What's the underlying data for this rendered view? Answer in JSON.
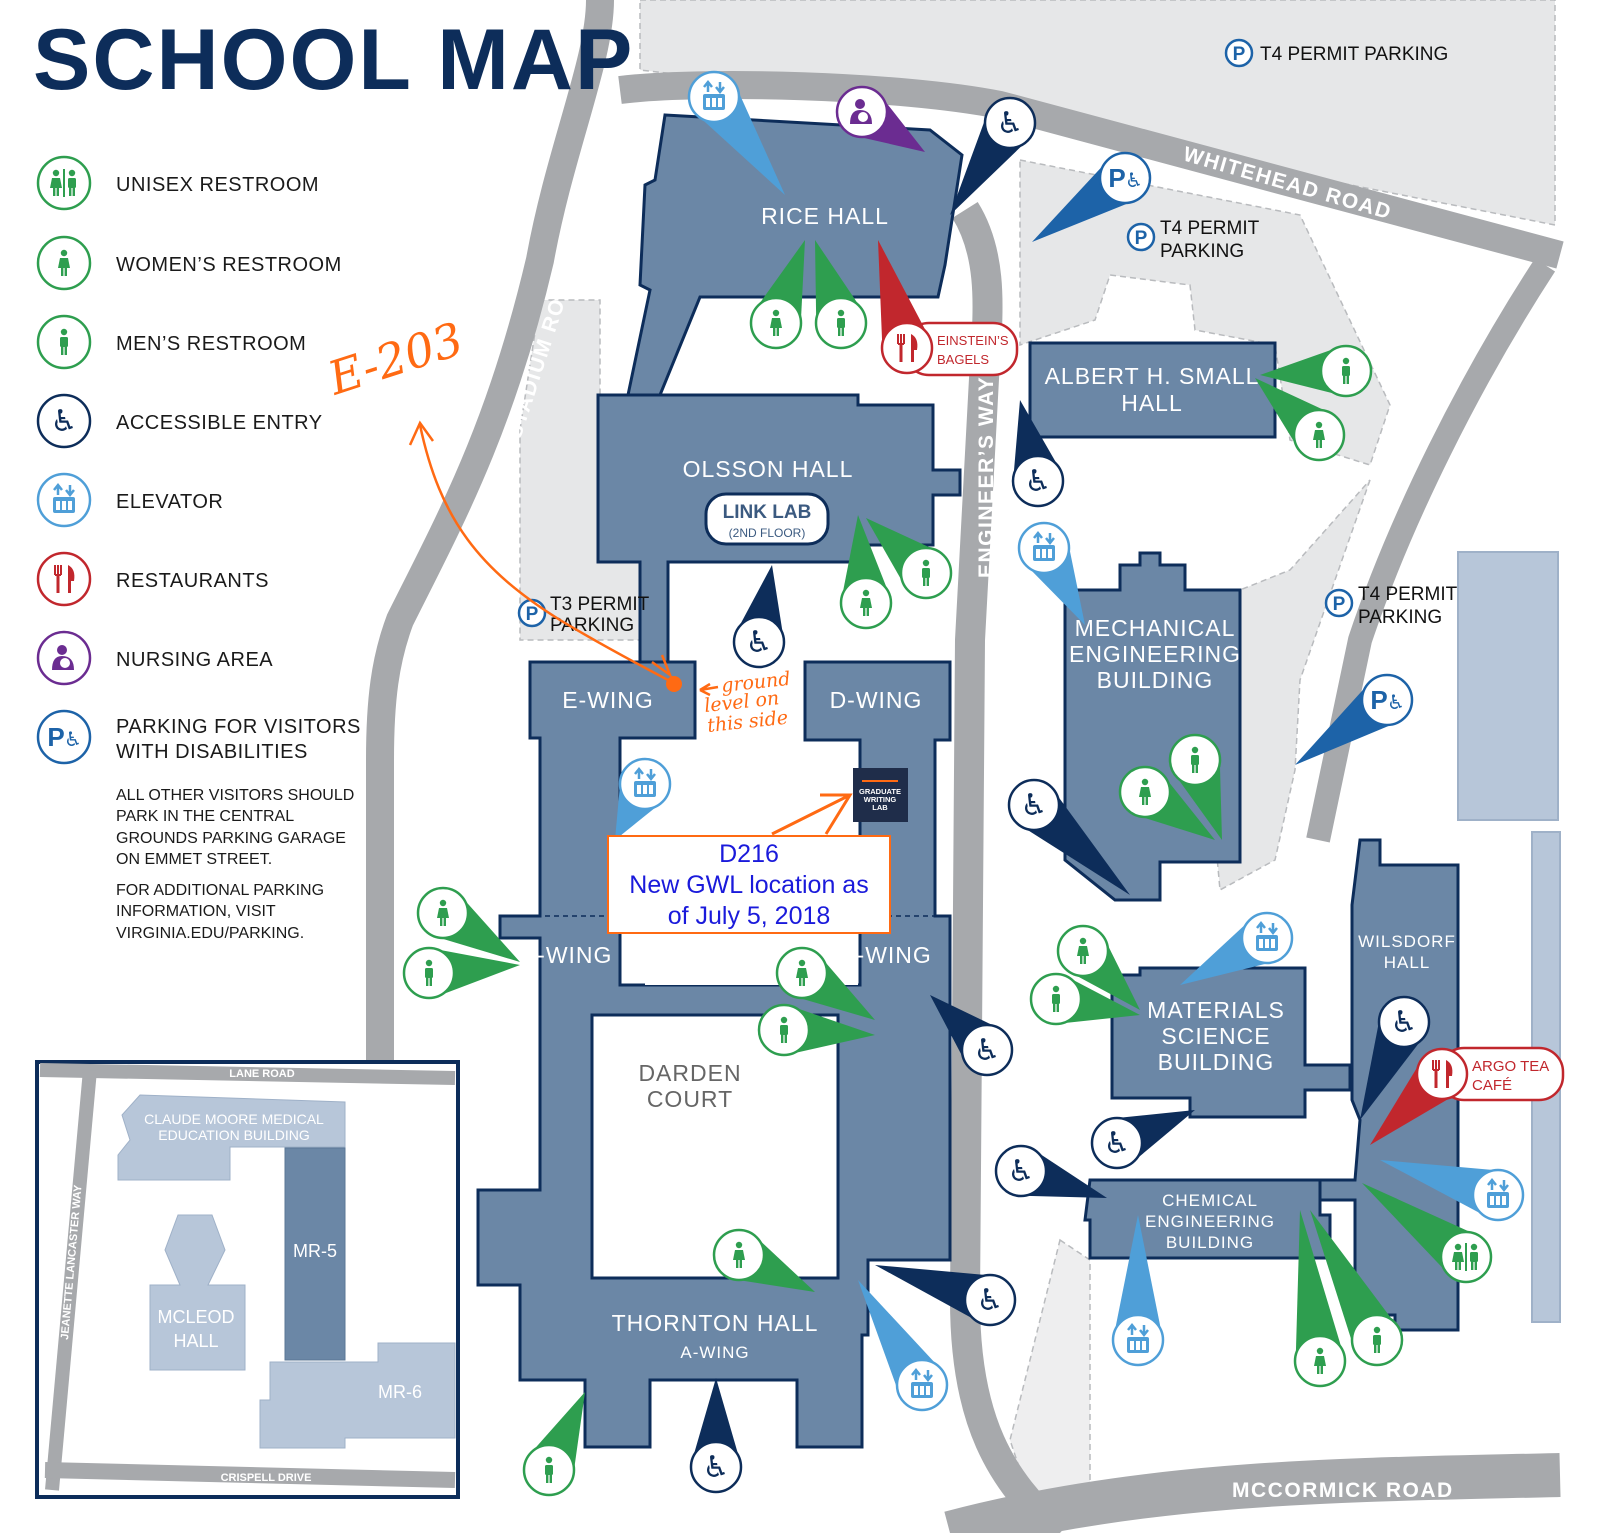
{
  "title": "SCHOOL MAP",
  "legend": [
    {
      "icon": "unisex-restroom-icon",
      "label": "UNISEX RESTROOM"
    },
    {
      "icon": "womens-restroom-icon",
      "label": "WOMEN’S RESTROOM"
    },
    {
      "icon": "mens-restroom-icon",
      "label": "MEN’S RESTROOM"
    },
    {
      "icon": "accessible-entry-icon",
      "label": "ACCESSIBLE ENTRY"
    },
    {
      "icon": "elevator-icon",
      "label": "ELEVATOR"
    },
    {
      "icon": "restaurant-icon",
      "label": "RESTAURANTS"
    },
    {
      "icon": "nursing-area-icon",
      "label": "NURSING AREA"
    },
    {
      "icon": "disabled-parking-icon",
      "label": [
        "PARKING FOR VISITORS",
        "WITH DISABILITIES"
      ]
    }
  ],
  "notes": {
    "visitors": [
      "ALL OTHER VISITORS SHOULD",
      "PARK IN THE CENTRAL",
      "GROUNDS PARKING GARAGE",
      "ON EMMET STREET."
    ],
    "additional": [
      "FOR ADDITIONAL PARKING",
      "INFORMATION, VISIT",
      "VIRGINIA.EDU/PARKING."
    ]
  },
  "roads": {
    "stadium": "STADIUM ROAD",
    "whitehead": "WHITEHEAD ROAD",
    "engineers_way": "ENGINEER’S WAY",
    "mccormick": "MCCORMICK ROAD"
  },
  "parking": {
    "t4_top": "T4 PERMIT PARKING",
    "t4_mid": [
      "T4 PERMIT",
      "PARKING"
    ],
    "t4_right": [
      "T4 PERMIT",
      "PARKING"
    ],
    "t3": [
      "T3 PERMIT",
      "PARKING"
    ],
    "p": "P"
  },
  "buildings": {
    "rice": "RICE HALL",
    "olsson": "OLSSON HALL",
    "link_lab": "LINK LAB",
    "link_lab_floor": "(2ND FLOOR)",
    "albert": [
      "ALBERT H. SMALL",
      "HALL"
    ],
    "mech": [
      "MECHANICAL",
      "ENGINEERING",
      "BUILDING"
    ],
    "e_wing": "E-WING",
    "d_wing": "D-WING",
    "c_wing": "C-WING",
    "b_wing": "B-WING",
    "darden": [
      "DARDEN",
      "COURT"
    ],
    "thornton": "THORNTON HALL",
    "a_wing": "A-WING",
    "materials": [
      "MATERIALS",
      "SCIENCE",
      "BUILDING"
    ],
    "wilsdorf": [
      "WILSDORF",
      "HALL"
    ],
    "chemical": [
      "CHEMICAL",
      "ENGINEERING",
      "BUILDING"
    ],
    "gwl": [
      "GRADUATE",
      "WRITING",
      "LAB"
    ]
  },
  "restaurants": {
    "einstein": [
      "EINSTEIN’S",
      "BAGELS"
    ],
    "argo": [
      "ARGO TEA",
      "CAFÉ"
    ]
  },
  "annotations": {
    "room": "E-203",
    "ground": [
      "ground",
      "level on",
      "this side"
    ],
    "callout": [
      "D216",
      "New GWL location as",
      "of July 5, 2018"
    ]
  },
  "inset": {
    "lane_road": "LANE ROAD",
    "lancaster": "JEANETTE LANCASTER WAY",
    "crispell": "CRISPELL DRIVE",
    "claude": [
      "CLAUDE MOORE MEDICAL",
      "EDUCATION BUILDING"
    ],
    "mr5": "MR-5",
    "mcleod": [
      "MCLEOD",
      "HALL"
    ],
    "mr6": "MR-6"
  },
  "colors": {
    "navy": "#0d2d5a",
    "building": "#6b87a6",
    "green": "#2e9e4f",
    "lightblue": "#4f9fd8",
    "red": "#c1272d",
    "purple": "#6b2c91",
    "blue": "#1d63a8",
    "annotation": "#ff6a13",
    "callout_text": "#1a1adb"
  }
}
